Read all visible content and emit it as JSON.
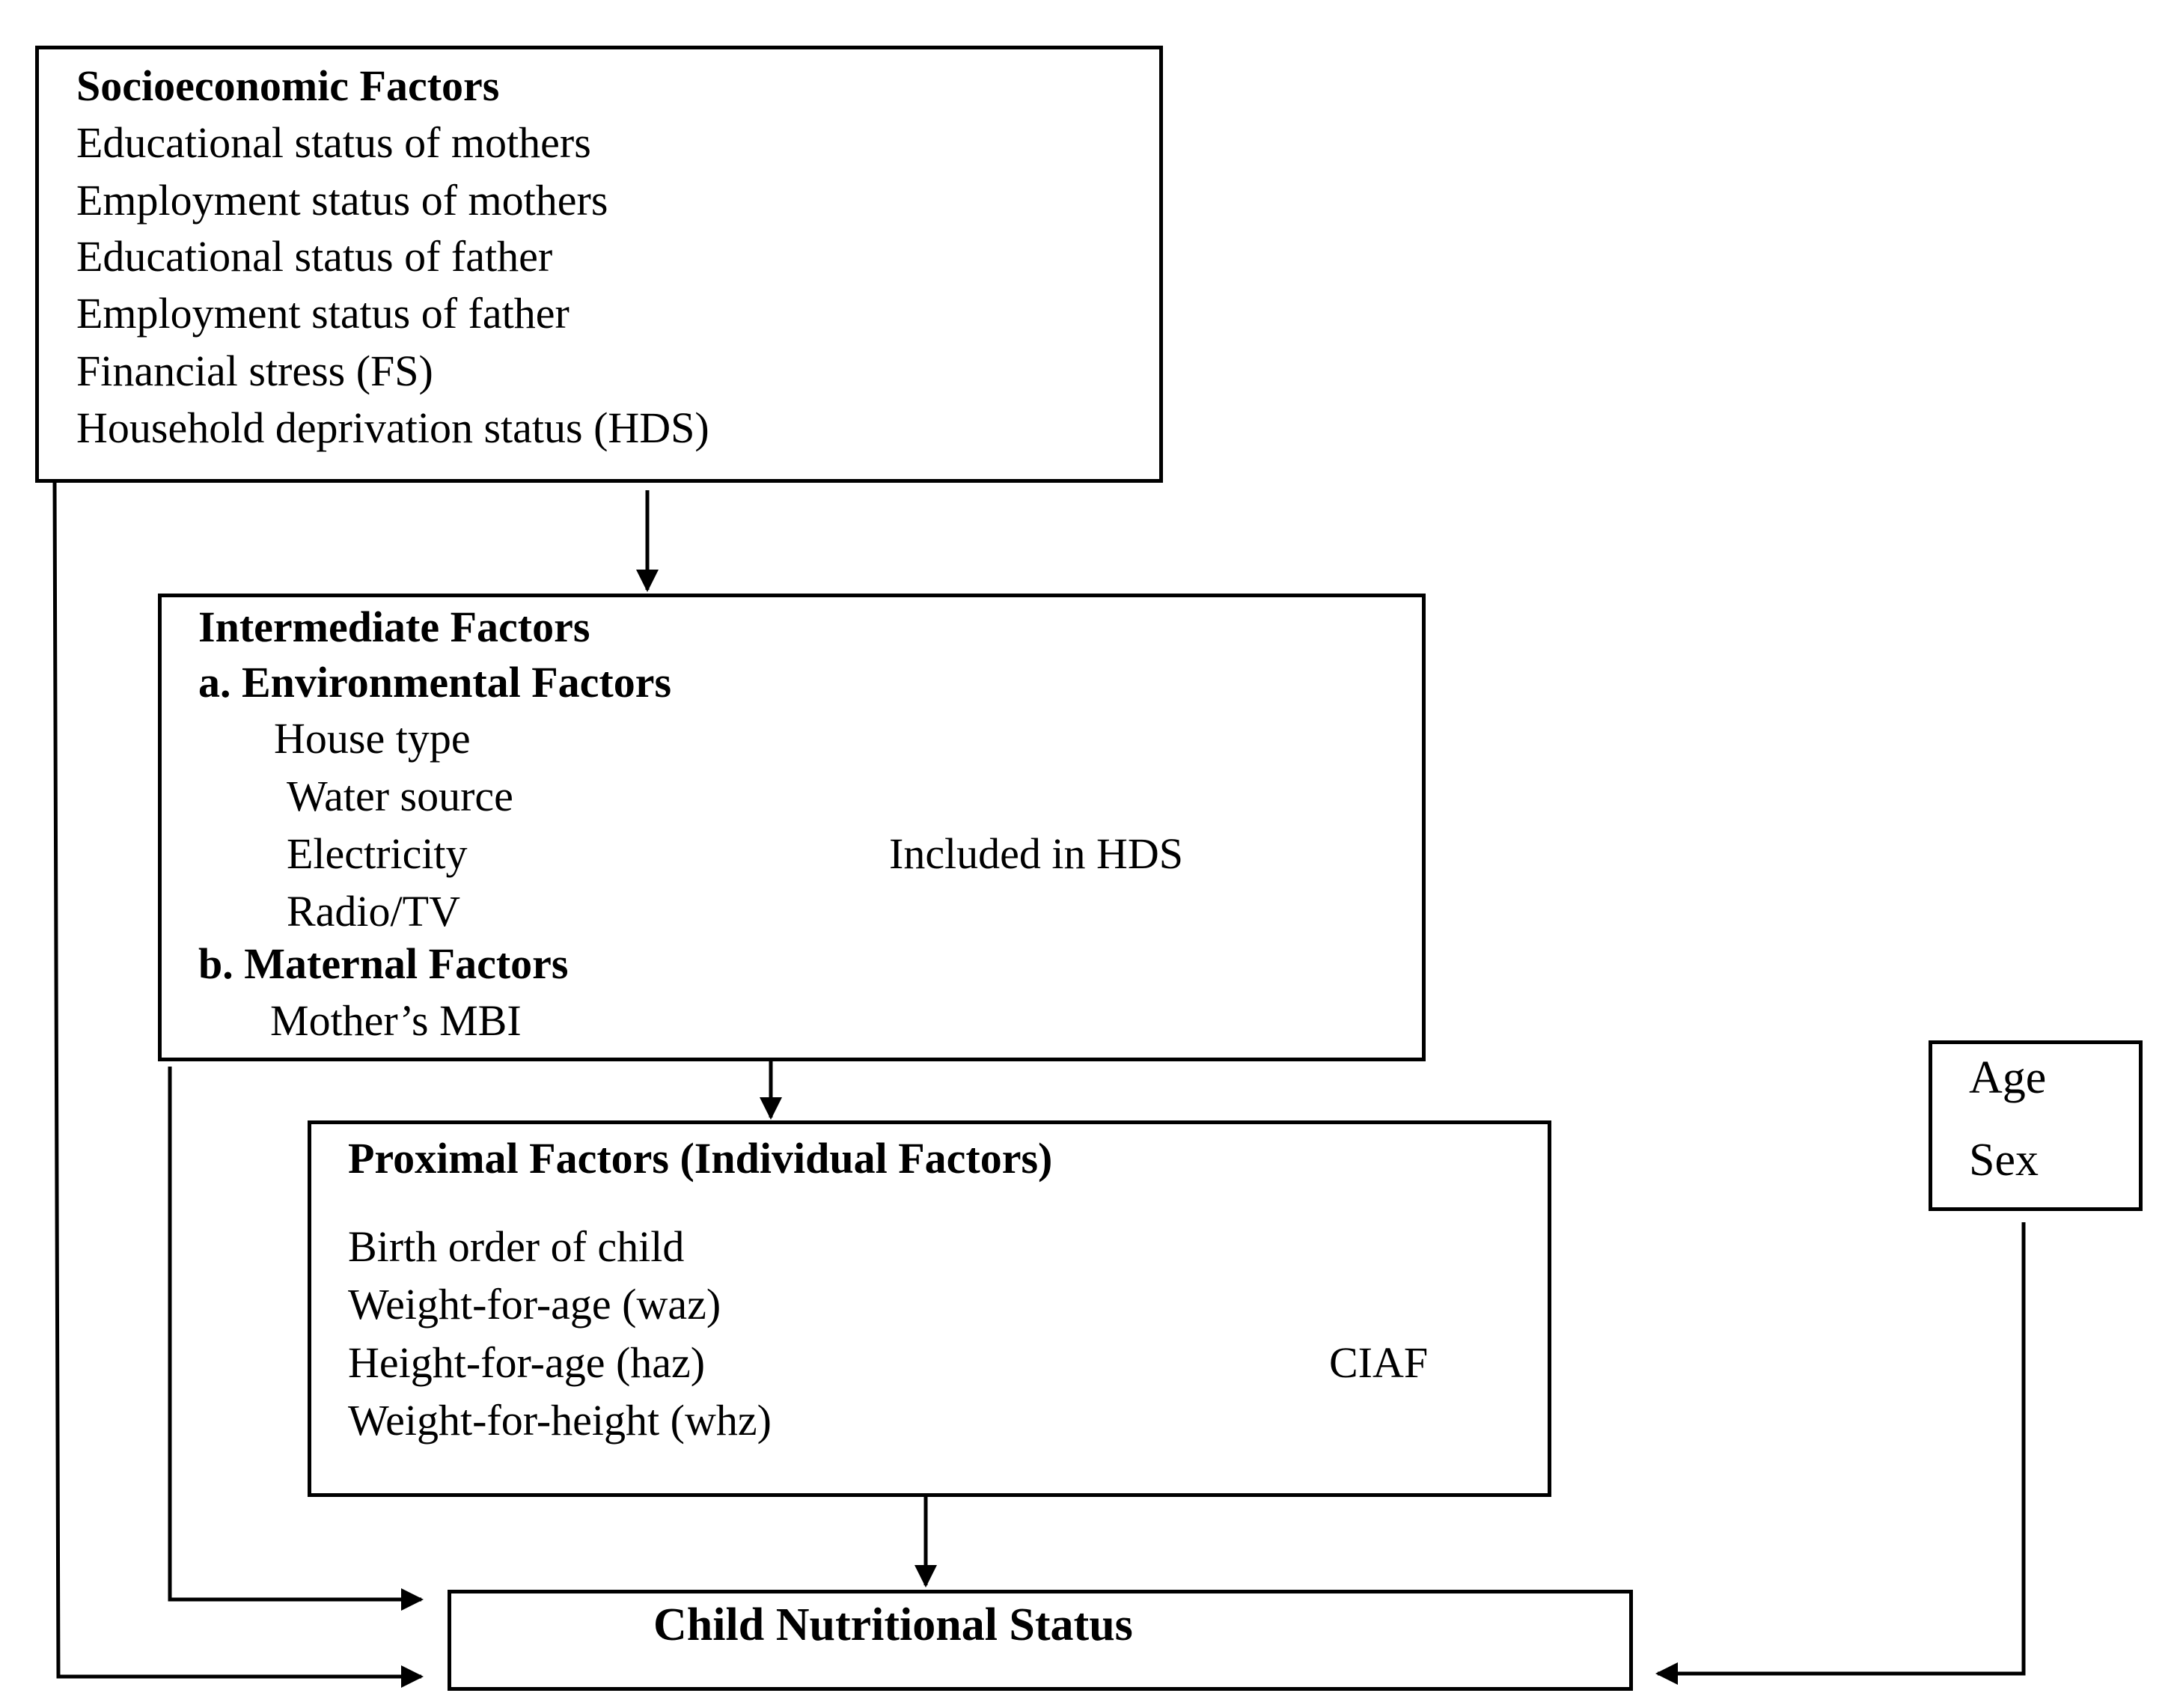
{
  "socioeconomic": {
    "title": "Socioeconomic Factors",
    "items": [
      "Educational status of mothers",
      "Employment status of mothers",
      "Educational status of father",
      "Employment status of father",
      "Financial stress (FS)",
      "Household deprivation status (HDS)"
    ]
  },
  "intermediate": {
    "title": "Intermediate Factors",
    "environmental": {
      "title": "a. Environmental Factors",
      "items": [
        "House type",
        "Water source",
        "Electricity",
        "Radio/TV"
      ],
      "brace_label": "Included in HDS"
    },
    "maternal": {
      "title": "b. Maternal Factors",
      "items": [
        "Mother’s MBI"
      ]
    }
  },
  "proximal": {
    "title": "Proximal Factors (Individual Factors)",
    "items": [
      "Birth order of child",
      "Weight-for-age (waz)",
      "Height-for-age (haz)",
      "Weight-for-height (whz)"
    ],
    "brace_label": "CIAF"
  },
  "demographic": {
    "items": [
      "Age",
      "Sex"
    ]
  },
  "outcome": {
    "title": "Child Nutritional Status"
  },
  "colors": {
    "line": "#000000",
    "background": "#ffffff"
  }
}
